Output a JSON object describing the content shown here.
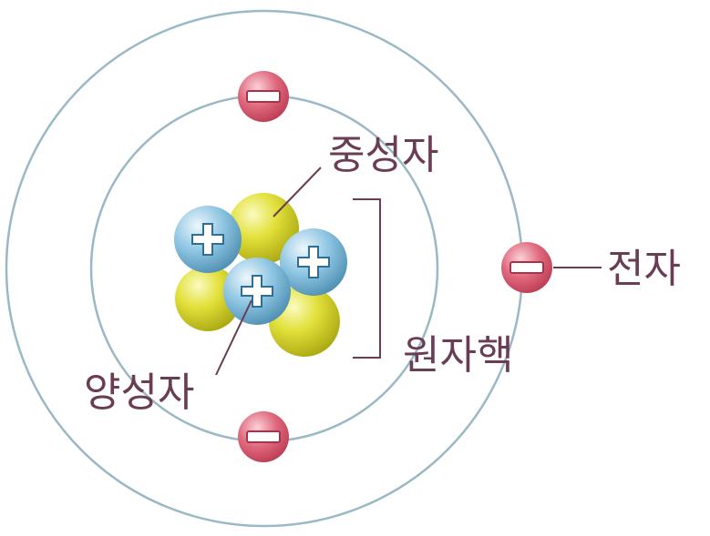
{
  "labels": {
    "neutron": "중성자",
    "proton": "양성자",
    "electron": "전자",
    "nucleus": "원자핵"
  },
  "colors": {
    "orbit": "#9ab8c6",
    "leader_line": "#6a3d55",
    "label_text": "#6a3d55",
    "neutron": "#e2e03a",
    "proton": "#8fc6e3",
    "electron": "#d9566e"
  },
  "icons": {
    "proton": "plus-sign",
    "electron": "minus-sign"
  },
  "counts": {
    "protons": 3,
    "neutrons": 3,
    "electrons": 3
  }
}
